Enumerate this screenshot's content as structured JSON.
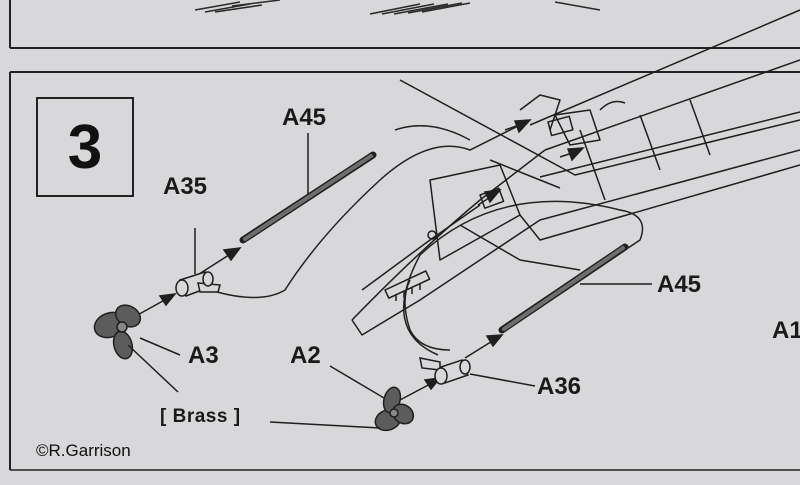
{
  "step": {
    "number": "3"
  },
  "labels": {
    "a45_top": "A45",
    "a35": "A35",
    "a3": "A3",
    "a2": "A2",
    "a45_right": "A45",
    "a36": "A36",
    "a1_partial": "A1",
    "brass": "[ Brass ]"
  },
  "watermark": "©R.Garrison",
  "colors": {
    "paper": "#d8d7d9",
    "ink": "#1f1f1f",
    "shaft": "#6e6e6e",
    "propeller": "#5c5c5c"
  }
}
